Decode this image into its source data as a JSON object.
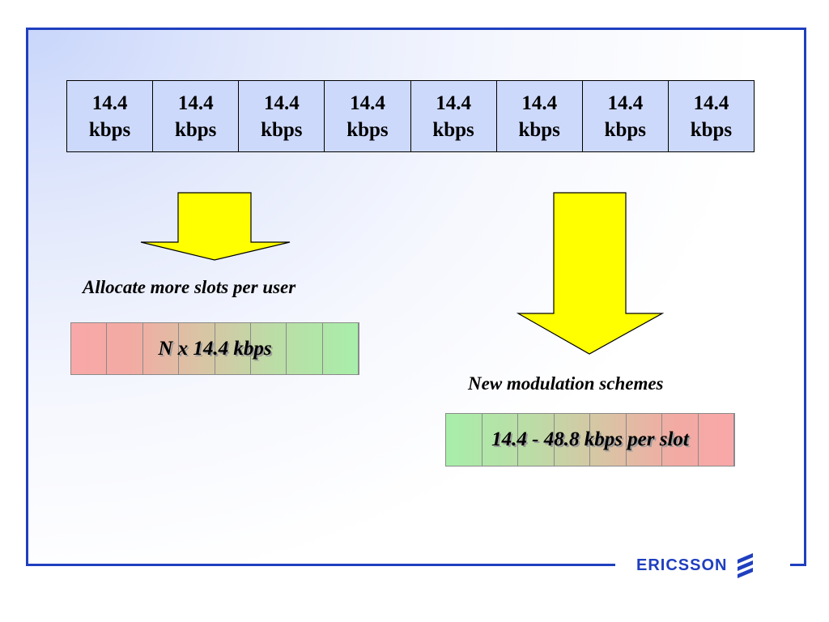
{
  "slots": [
    {
      "rate": "14.4",
      "unit": "kbps"
    },
    {
      "rate": "14.4",
      "unit": "kbps"
    },
    {
      "rate": "14.4",
      "unit": "kbps"
    },
    {
      "rate": "14.4",
      "unit": "kbps"
    },
    {
      "rate": "14.4",
      "unit": "kbps"
    },
    {
      "rate": "14.4",
      "unit": "kbps"
    },
    {
      "rate": "14.4",
      "unit": "kbps"
    },
    {
      "rate": "14.4",
      "unit": "kbps"
    }
  ],
  "left_branch": {
    "caption": "Allocate more slots per user",
    "bar_label": "N x 14.4 kbps"
  },
  "right_branch": {
    "caption": "New modulation schemes",
    "bar_label": "14.4 - 48.8 kbps per slot"
  },
  "brand": {
    "name": "ERICSSON",
    "icon": "ericsson-logo-icon"
  },
  "colors": {
    "frame": "#1f3fbf",
    "slot_fill": "#cdd9fb",
    "arrow_fill": "#ffff00",
    "low_rate": "#f8a8a8",
    "high_rate": "#a8eeaa"
  }
}
